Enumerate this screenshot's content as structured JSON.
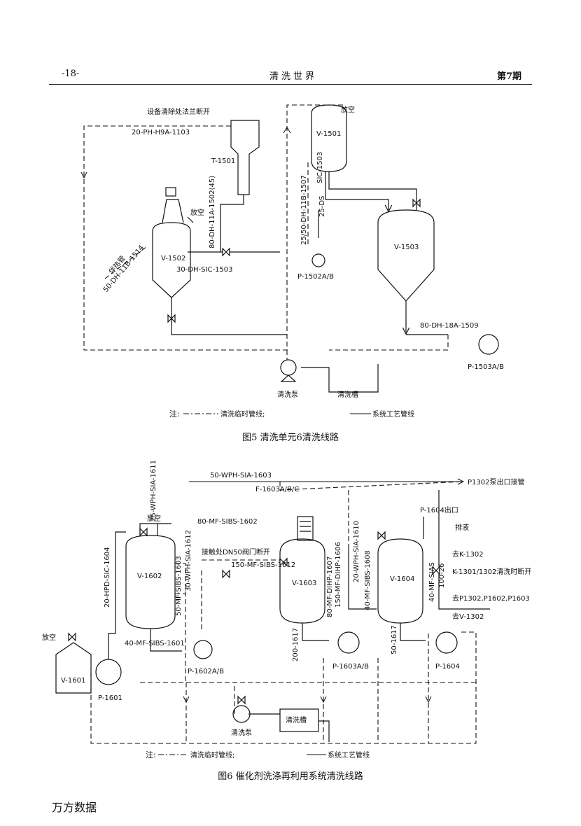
{
  "header": {
    "page": "-18-",
    "journal": "清洗世界",
    "issue": "第7期"
  },
  "fig5": {
    "caption": "图5  清洗单元6清洗线路",
    "note_prefix": "注:",
    "legend_temp": "清洗临时管线;",
    "legend_sys": "系统工艺管线",
    "labels": {
      "flange_note": "设备清除处法兰断开",
      "line_h9a": "20-PH-H9A-1103",
      "t1501": "T-1501",
      "line_1502": "80-DH-11A-1502(45)",
      "v1502": "V-1502",
      "vent1": "放空",
      "cond_note": "伴热管",
      "line_1514": "50-DH-11B-1514",
      "line_1503s": "30-DH-SIC-1503",
      "v1501": "V-1501",
      "vent2": "放空",
      "line_1507": "25/50-DH-11B-1507",
      "line_sic1503": "SIC-1503",
      "line_25": "25-DS",
      "v1503": "V-1503",
      "p1502": "P-1502A/B",
      "line_1509": "80-DH-18A-1509",
      "p1503": "P-1503A/B",
      "pump": "清洗泵",
      "tank": "清洗槽"
    }
  },
  "fig6": {
    "caption": "图6  催化剂洗涤再利用系统清洗线路",
    "note_prefix": "注:",
    "legend_temp": "清洗临时管线;",
    "legend_sys": "系统工艺管线",
    "labels": {
      "line_1611": "25-WPH-SIA-1611",
      "line_1603": "50-WPH-SIA-1603",
      "to_p1302": "P1302泵出口接管",
      "f1603": "F-1603A/B/C",
      "p1604_out": "P-1604出口",
      "drain": "排液",
      "vent1": "放空",
      "line_1602": "80-MF-SIBS-1602",
      "line_1604": "20-HPD-SIC-1604",
      "v1602": "V-1602",
      "line_1603b": "50-MF-SIBS-1603",
      "line_1612a": "30-WPH-SIA-1612",
      "dn50": "接触处DN50阀门断开",
      "line_1612": "150-MF-SIBS-1612",
      "v1603": "V-1603",
      "line_1606": "150-MF-DIHP-1606",
      "line_1607": "80-MF-DIHP-1607",
      "line_1610": "20-WPH-SIA-1610",
      "line_1608": "40-MF-SIBS-1608",
      "v1604": "V-1604",
      "line_sias": "40-MF-SIAS",
      "k1302a": "去K-1302",
      "k_break": "K-1301/1302清洗时断开",
      "to_p": "去P1302,P1602,P1603",
      "k1302b": "去V-1302",
      "line_1601": "40-MF-SIBS-1601",
      "line_1617": "200-1617",
      "line_1617b": "50-1617",
      "vent2": "放空",
      "v1601": "V-1601",
      "p1601": "P-1601",
      "p1602": "P-1602A/B",
      "p1603": "P-1603A/B",
      "p1604": "P-1604",
      "pump": "清洗泵",
      "tank": "清洗槽",
      "line_ka": "100-26"
    }
  },
  "footer": "万方数据"
}
